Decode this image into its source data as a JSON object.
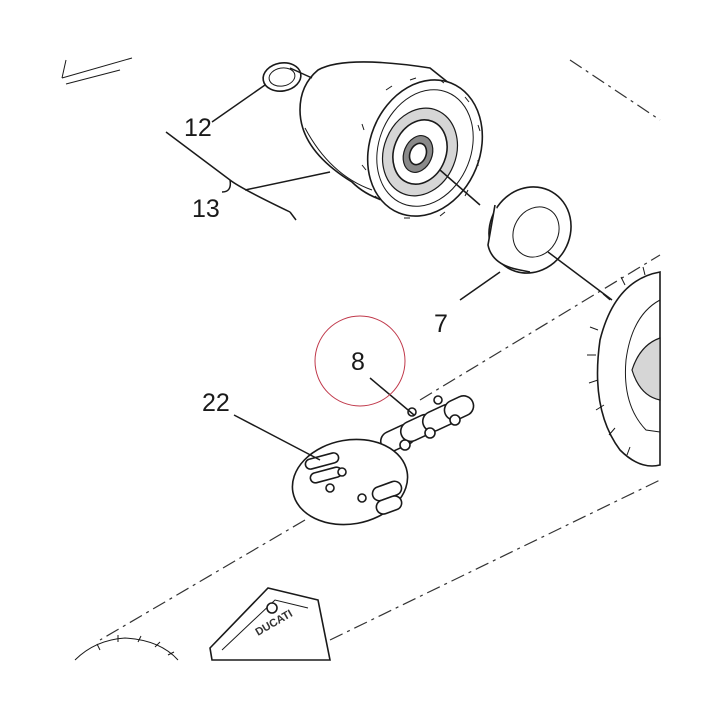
{
  "diagram": {
    "callouts": [
      {
        "id": "12",
        "label": "12"
      },
      {
        "id": "13",
        "label": "13"
      },
      {
        "id": "7",
        "label": "7"
      },
      {
        "id": "8",
        "label": "8"
      },
      {
        "id": "22",
        "label": "22"
      }
    ],
    "highlighted_callout": "8",
    "highlight_color": "#c0394b",
    "guard_logo_text": "DUCATI"
  }
}
